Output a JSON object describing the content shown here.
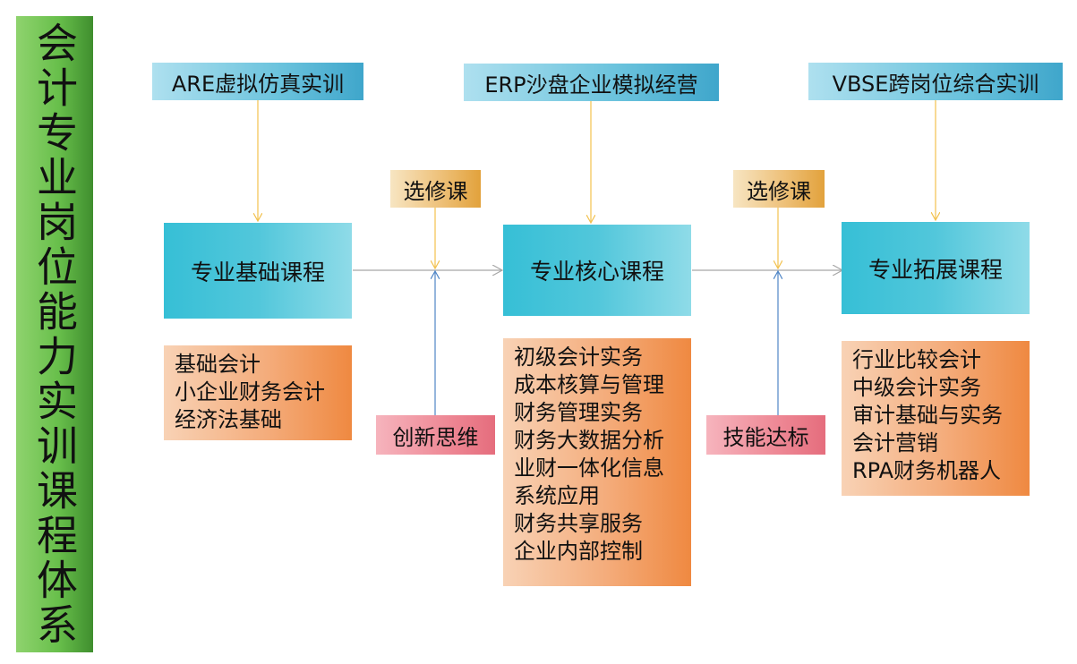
{
  "side_title": "会计专业岗位能力实训课程体系",
  "top_labels": {
    "are": "ARE虚拟仿真实训",
    "erp": "ERP沙盘企业模拟经营",
    "vbse": "VBSE跨岗位综合实训"
  },
  "main_courses": {
    "basic": "专业基础课程",
    "core": "专业核心课程",
    "extend": "专业拓展课程"
  },
  "electives": {
    "left": "选修课",
    "right": "选修课"
  },
  "pink_labels": {
    "innovation": "创新思维",
    "skill": "技能达标"
  },
  "course_lists": {
    "basic": [
      "基础会计",
      "小企业财务会计",
      "经济法基础"
    ],
    "core": [
      "初级会计实务",
      "成本核算与管理",
      "财务管理实务",
      "财务大数据分析",
      "业财一体化信息",
      "系统应用",
      "财务共享服务",
      "企业内部控制"
    ],
    "extend": [
      "行业比较会计",
      "中级会计实务",
      "审计基础与实务",
      "会计营销",
      "RPA财务机器人"
    ]
  },
  "colors": {
    "yellow_arrow": "#f2c14e",
    "blue_arrow": "#4f86c6",
    "gray_arrow": "#a6a6a6"
  }
}
